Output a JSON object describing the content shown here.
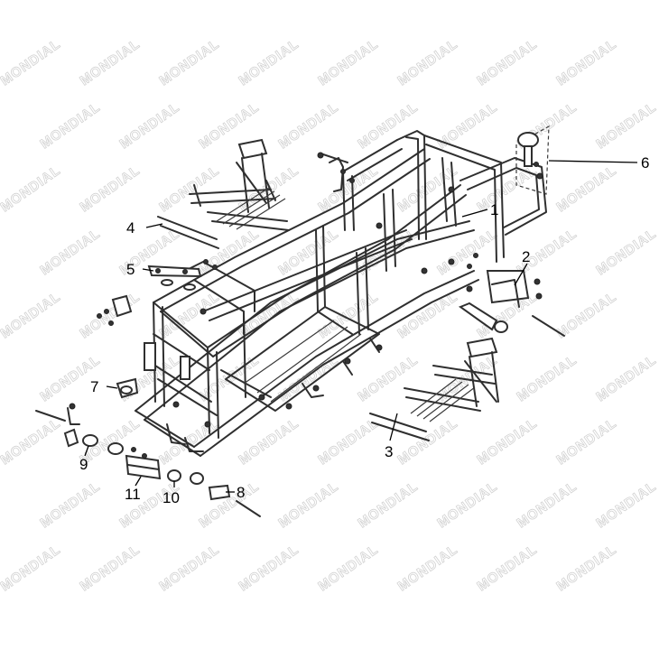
{
  "watermark": {
    "text": "MONDIAL"
  },
  "callouts": [
    {
      "id": "1",
      "label": "1"
    },
    {
      "id": "2",
      "label": "2"
    },
    {
      "id": "3",
      "label": "3"
    },
    {
      "id": "4",
      "label": "4"
    },
    {
      "id": "5",
      "label": "5"
    },
    {
      "id": "6",
      "label": "6"
    },
    {
      "id": "7",
      "label": "7"
    },
    {
      "id": "8",
      "label": "8"
    },
    {
      "id": "9",
      "label": "9"
    },
    {
      "id": "10",
      "label": "10"
    },
    {
      "id": "11",
      "label": "11"
    }
  ],
  "colors": {
    "line": "#2f2f2f",
    "watermark": "#d2d2d2",
    "background": "#ffffff"
  }
}
